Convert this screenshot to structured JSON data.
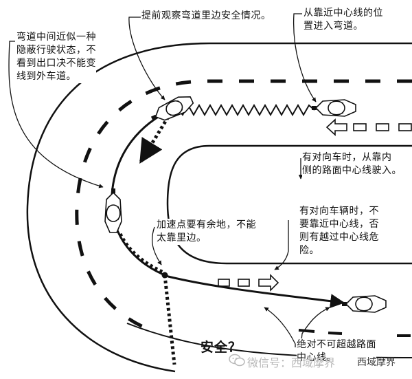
{
  "annotations": {
    "top_observe": "提前观察弯道里边安全情况。",
    "top_entry": "从靠近中心线的位\n置进入弯道。",
    "left_hidden": "弯道中间近似一种\n隐蔽行驶状态，不\n看到出口决不能变\n线到外车道。",
    "right_oncoming_inside": "有对向车时，从靠内\n侧的路面中心线驶入。",
    "accelerate": "加速点要有余地，不能\n太靠里边。",
    "right_oncoming_centerline": "有对向车辆时，不\n要靠近中心线，否\n则有越过中心线危\n险。",
    "bottom_never_cross": "绝对不可超越路面\n中心线。",
    "safe_question": "安全？"
  },
  "watermark": {
    "text": "微信号：西域摩界",
    "brand": "西域摩界"
  },
  "colors": {
    "ink": "#111111",
    "watermark": "#b8b8b8"
  },
  "icons": [
    "motorcycle-icon",
    "arrow-icon",
    "wechat-logo-icon"
  ]
}
